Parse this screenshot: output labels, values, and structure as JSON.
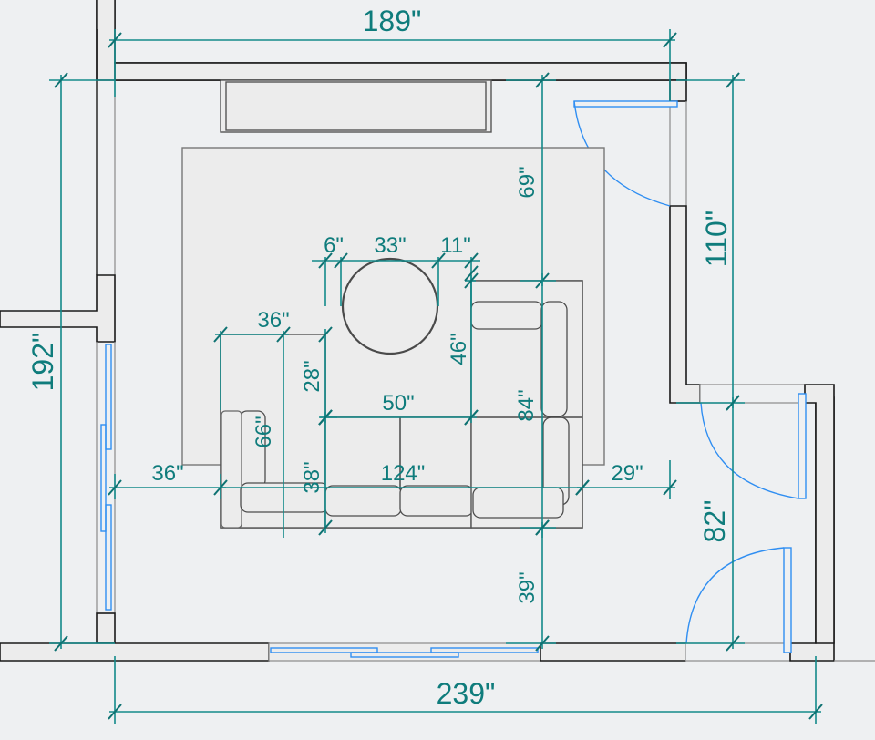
{
  "diagram": {
    "type": "floor-plan",
    "title": "Living room furniture layout",
    "colors": {
      "dimension": "#138a8a",
      "dimension_text": "#0f7c7c",
      "door_window": "#2f8ef2",
      "wall_fill": "#ececec",
      "wall_stroke": "#1a1a1a",
      "background": "#eef0f2"
    },
    "dimensions": {
      "top_width": "189\"",
      "bottom_width": "239\"",
      "left_height": "192\"",
      "right_upper_height": "110\"",
      "right_lower_height": "82\"",
      "tv_to_sofa": "69\"",
      "sofa_to_wall": "39\"",
      "table_left_gap": "6\"",
      "table_diameter": "33\"",
      "table_right_gap": "11\"",
      "chaise_width": "36\"",
      "chaise_depth_upper": "28\"",
      "chaise_depth_lower": "38\"",
      "chaise_length": "66\"",
      "window_to_sofa": "36\"",
      "center_span": "50\"",
      "right_section_depth": "46\"",
      "right_section_length": "84\"",
      "sofa_total_width": "124\"",
      "sofa_to_door_wall": "29\""
    },
    "objects": [
      {
        "name": "tv-console"
      },
      {
        "name": "area-rug"
      },
      {
        "name": "round-coffee-table"
      },
      {
        "name": "sectional-sofa"
      },
      {
        "name": "entry-door-top-right"
      },
      {
        "name": "door-right-middle"
      },
      {
        "name": "door-right-bottom"
      },
      {
        "name": "window-left"
      },
      {
        "name": "window-bottom"
      }
    ]
  }
}
